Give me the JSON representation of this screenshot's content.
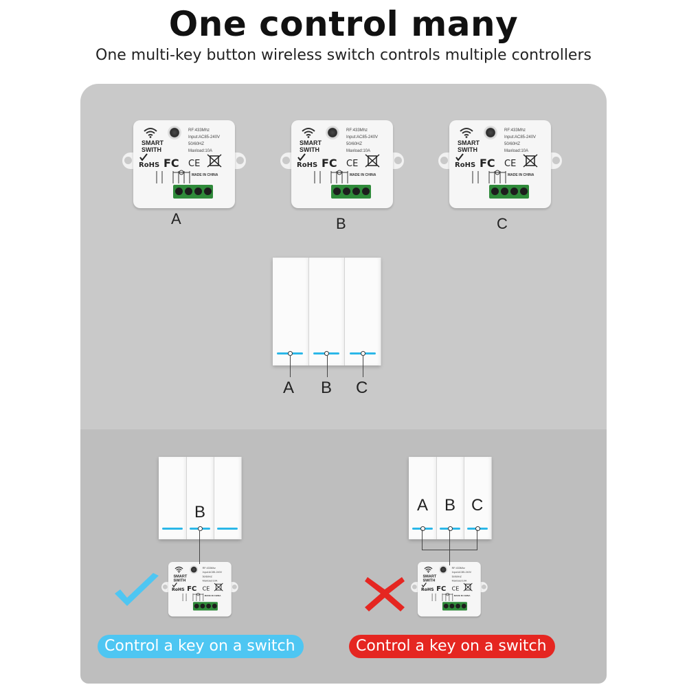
{
  "header": {
    "title": "One control many",
    "subtitle": "One multi-key button wireless switch controls multiple controllers"
  },
  "relay": {
    "brand_line1": "SMART",
    "brand_line2": "SWITH",
    "spec_rf": "RF:433Mhz",
    "spec_input": "Input:AC85-240V 50/60HZ",
    "spec_load": "Maxload:10A",
    "made_in": "MADE IN CHINA"
  },
  "relay_labels": [
    "A",
    "B",
    "C"
  ],
  "switch_key_labels": [
    "A",
    "B",
    "C"
  ],
  "example_correct": {
    "key_label": "B",
    "caption": "Control a key on a switch",
    "color": "#4ec6f2",
    "icon": "check-icon"
  },
  "example_wrong": {
    "key_labels": [
      "A",
      "B",
      "C"
    ],
    "caption": "Control a key on a switch",
    "color": "#e52621",
    "icon": "cross-icon"
  },
  "colors": {
    "led": "#2bb7e8",
    "terminal": "#2f8a3a",
    "panel_top": "#c9c9c9",
    "panel_bottom": "#bebebe"
  }
}
